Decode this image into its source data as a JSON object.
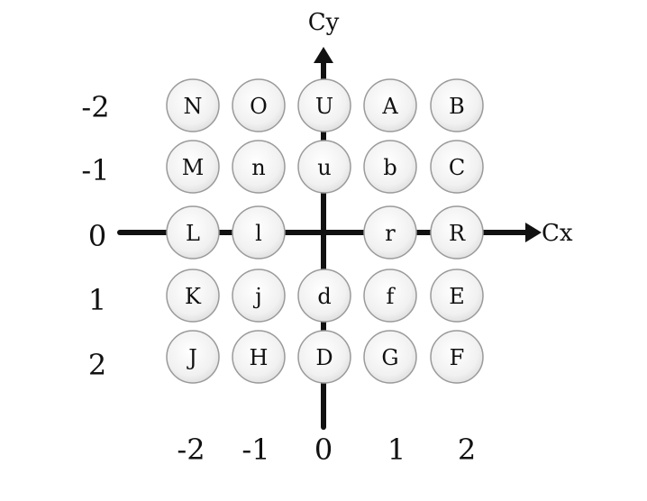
{
  "axes": {
    "x_label": "Cx",
    "y_label": "Cy",
    "x_ticks": [
      "-2",
      "-1",
      "0",
      "1",
      "2"
    ],
    "y_ticks": [
      "-2",
      "-1",
      "0",
      "1",
      "2"
    ]
  },
  "grid": {
    "rows": [
      [
        "N",
        "O",
        "U",
        "A",
        "B"
      ],
      [
        "M",
        "n",
        "u",
        "b",
        "C"
      ],
      [
        "L",
        "l",
        "",
        "r",
        "R"
      ],
      [
        "K",
        "j",
        "d",
        "f",
        "E"
      ],
      [
        "J",
        "H",
        "D",
        "G",
        "F"
      ]
    ]
  },
  "colors": {
    "axis": "#111111",
    "circle_fill": "#eeeeee",
    "circle_stroke": "#9a9a9a",
    "text": "#111111"
  }
}
